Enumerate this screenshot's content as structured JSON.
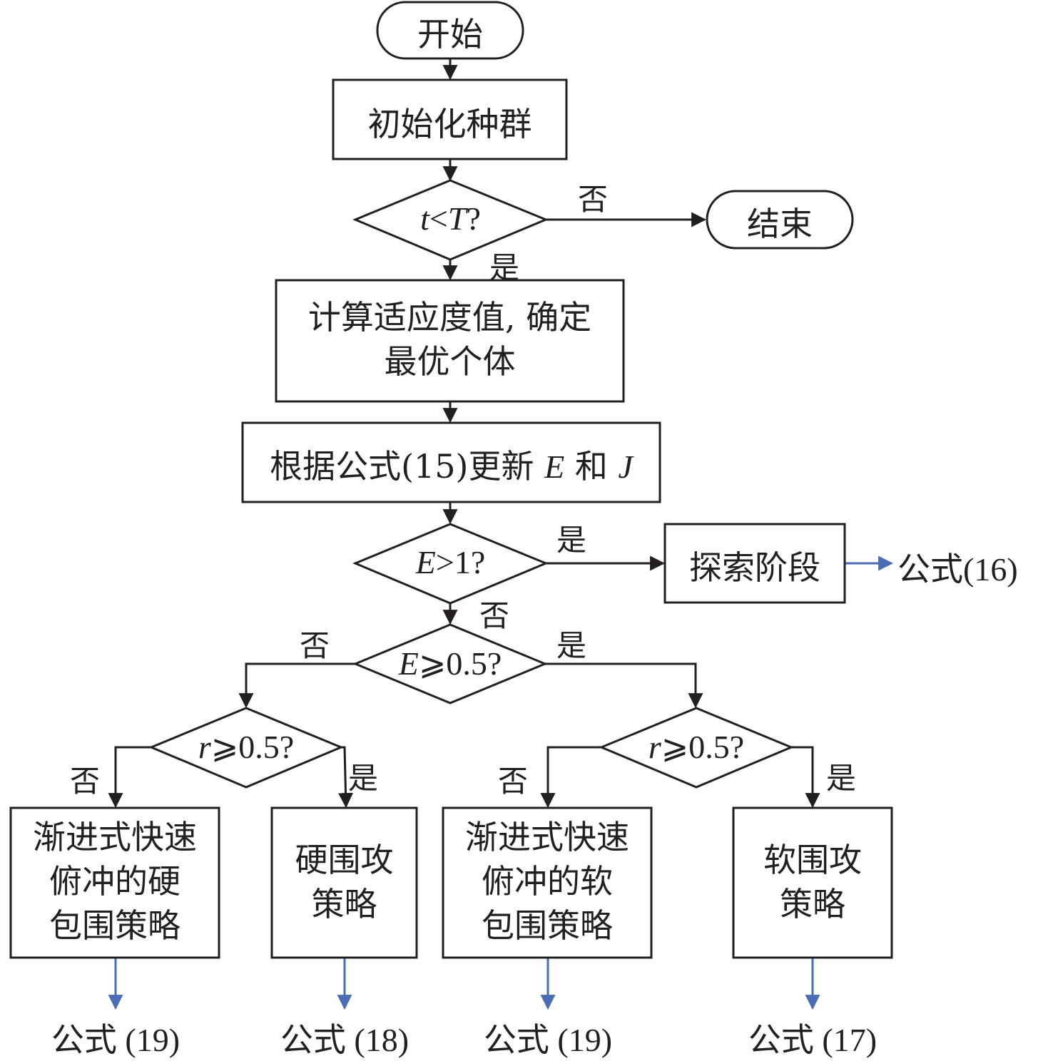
{
  "nodes": {
    "start": "开始",
    "init": "初始化种群",
    "cond_t": {
      "a": "t",
      "b": "<",
      "c": "T",
      "d": "?"
    },
    "end": "结束",
    "fitness": {
      "line1": "计算适应度值, 确定",
      "line2": "最优个体"
    },
    "update": {
      "a": "根据公式(15)更新 ",
      "b": "E",
      "c": " 和 ",
      "d": "J"
    },
    "cond_e1": {
      "a": "E",
      "b": ">1?"
    },
    "explore": "探索阶段",
    "cond_e05": {
      "a": "E",
      "b": "⩾0.5?"
    },
    "cond_r_left": {
      "a": "r",
      "b": "⩾0.5?"
    },
    "cond_r_right": {
      "a": "r",
      "b": "⩾0.5?"
    },
    "box_hard_dive": {
      "line1": "渐进式快速",
      "line2": "俯冲的硬",
      "line3": "包围策略"
    },
    "box_hard": {
      "line1": "硬围攻",
      "line2": "策略"
    },
    "box_soft_dive": {
      "line1": "渐进式快速",
      "line2": "俯冲的软",
      "line3": "包围策略"
    },
    "box_soft": {
      "line1": "软围攻",
      "line2": "策略"
    }
  },
  "edge_labels": {
    "no": "否",
    "yes": "是"
  },
  "formulas": {
    "f16": "公式(16)",
    "f19a": "公式 (19)",
    "f18": "公式 (18)",
    "f19b": "公式 (19)",
    "f17": "公式 (17)"
  }
}
